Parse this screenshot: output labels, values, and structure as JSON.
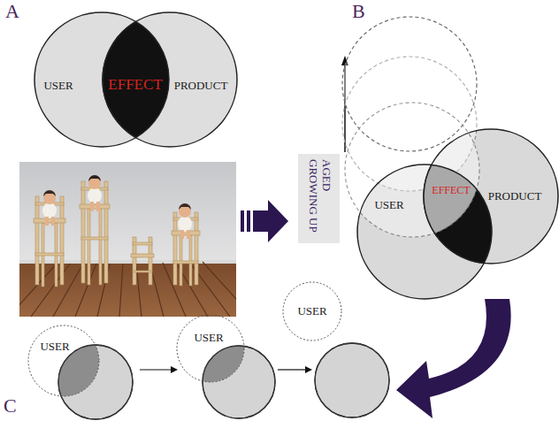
{
  "diagram": {
    "nodes": [
      {
        "text": [
          "USER"
        ]
      },
      {
        "text": [
          "EFFECT"
        ]
      },
      {
        "text": [
          "PRODUCT"
        ]
      },
      {
        "text": [
          "AGED GROWING UP"
        ]
      },
      {
        "text": [
          "USER"
        ]
      },
      {
        "text": [
          "EFFECT"
        ]
      },
      {
        "text": [
          "PRODUCT"
        ]
      },
      {
        "text": [
          "USER"
        ]
      },
      {
        "text": [
          "USER"
        ]
      },
      {
        "text": [
          "USER"
        ]
      }
    ],
    "labels": [
      "A",
      "B",
      "C"
    ]
  }
}
